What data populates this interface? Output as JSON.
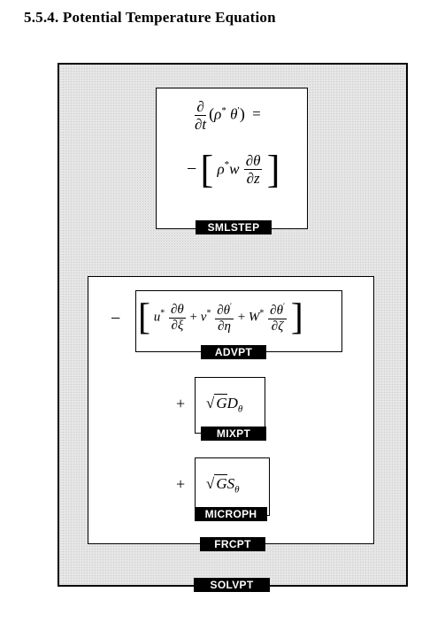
{
  "heading": "5.5.4. Potential Temperature Equation",
  "labels": {
    "smlstep": "SMLSTEP",
    "advpt": "ADVPT",
    "mixpt": "MIXPT",
    "microph": "MICROPH",
    "frcpt": "FRCPT",
    "solvpt": "SOLVPT"
  },
  "operators": {
    "minus": "−",
    "plus": "+",
    "equals": "="
  },
  "symbols": {
    "partial": "∂",
    "t": "t",
    "rho": "ρ",
    "star": "*",
    "theta": "θ",
    "prime": "′",
    "w": "w",
    "z": "z",
    "u": "u",
    "v": "v",
    "W": "W",
    "xi": "ξ",
    "eta": "η",
    "zeta": "ζ",
    "sqrt": "√",
    "G": "G",
    "D": "D",
    "S": "S"
  }
}
